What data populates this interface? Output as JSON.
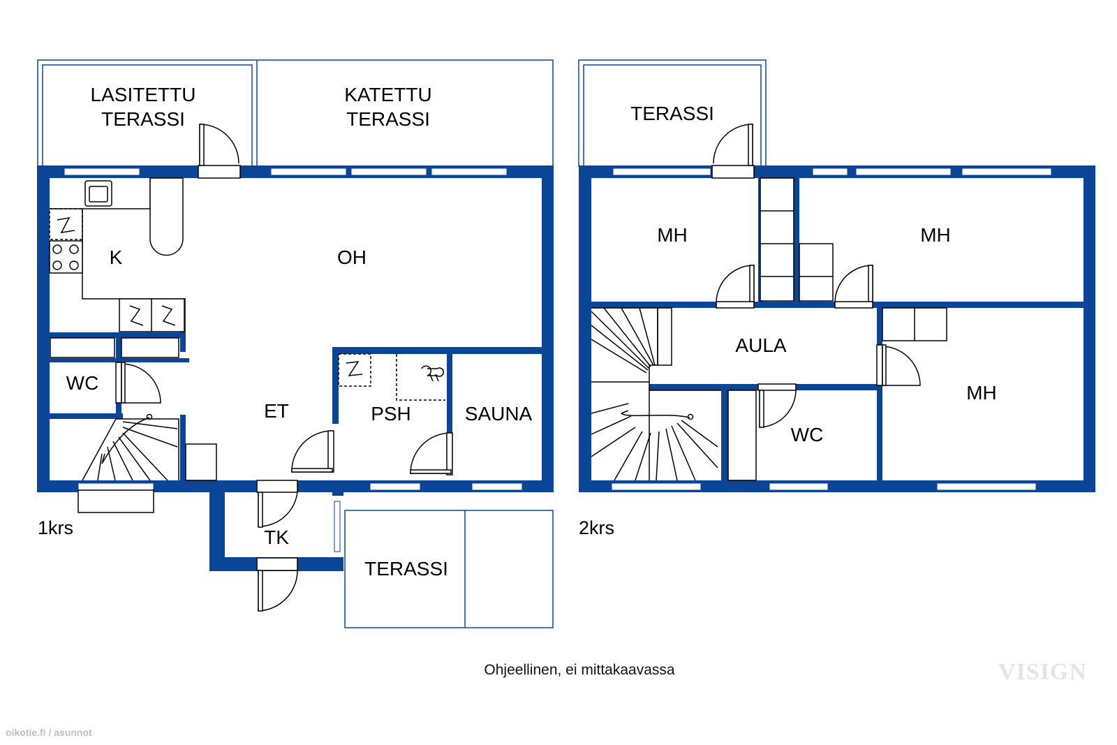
{
  "colors": {
    "wall": "#0a4597",
    "outline": "#0a4597",
    "line": "#000000",
    "background": "#ffffff"
  },
  "floor1": {
    "label": "1krs",
    "rooms": {
      "lasitettu_terassi": [
        "LASITETTU",
        "TERASSI"
      ],
      "katettu_terassi": [
        "KATETTU",
        "TERASSI"
      ],
      "k": "K",
      "oh": "OH",
      "wc": "WC",
      "et": "ET",
      "psh": "PSH",
      "sauna": "SAUNA",
      "tk": "TK",
      "terassi": "TERASSI"
    }
  },
  "floor2": {
    "label": "2krs",
    "rooms": {
      "terassi": "TERASSI",
      "mh_left": "MH",
      "mh_right": "MH",
      "aula": "AULA",
      "wc": "WC",
      "mh_bottom": "MH"
    }
  },
  "note": "Ohjeellinen, ei mittakaavassa",
  "watermark": "VISIGN",
  "site": "oikotie.fi / asunnot"
}
